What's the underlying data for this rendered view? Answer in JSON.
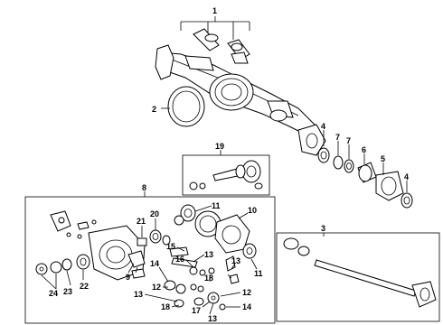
{
  "callouts": [
    {
      "id": "c1",
      "text": "1"
    },
    {
      "id": "c2",
      "text": "2"
    },
    {
      "id": "c3",
      "text": "3"
    },
    {
      "id": "c4a",
      "text": "4"
    },
    {
      "id": "c4b",
      "text": "4"
    },
    {
      "id": "c5",
      "text": "5"
    },
    {
      "id": "c6",
      "text": "6"
    },
    {
      "id": "c7a",
      "text": "7"
    },
    {
      "id": "c7b",
      "text": "7"
    },
    {
      "id": "c8",
      "text": "8"
    },
    {
      "id": "c9",
      "text": "9"
    },
    {
      "id": "c10",
      "text": "10"
    },
    {
      "id": "c11a",
      "text": "11"
    },
    {
      "id": "c11b",
      "text": "11"
    },
    {
      "id": "c12a",
      "text": "12"
    },
    {
      "id": "c12b",
      "text": "12"
    },
    {
      "id": "c13a",
      "text": "13"
    },
    {
      "id": "c13b",
      "text": "13"
    },
    {
      "id": "c13c",
      "text": "13"
    },
    {
      "id": "c13d",
      "text": "13"
    },
    {
      "id": "c14a",
      "text": "14"
    },
    {
      "id": "c14b",
      "text": "14"
    },
    {
      "id": "c15",
      "text": "15"
    },
    {
      "id": "c16",
      "text": "16"
    },
    {
      "id": "c17",
      "text": "17"
    },
    {
      "id": "c18a",
      "text": "18"
    },
    {
      "id": "c18b",
      "text": "18"
    },
    {
      "id": "c19",
      "text": "19"
    },
    {
      "id": "c20",
      "text": "20"
    },
    {
      "id": "c21",
      "text": "21"
    },
    {
      "id": "c22",
      "text": "22"
    },
    {
      "id": "c23",
      "text": "23"
    },
    {
      "id": "c24",
      "text": "24"
    }
  ]
}
